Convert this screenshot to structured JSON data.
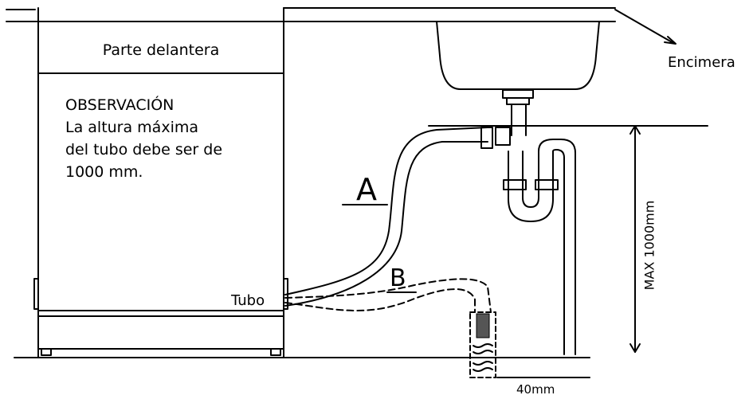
{
  "labels": {
    "front": "Parte delantera",
    "note_title": "OBSERVACIÓN",
    "note_lines": [
      "La altura máxima",
      "del tubo debe ser de",
      "1000 mm."
    ],
    "countertop": "Encimera",
    "hose": "Tubo",
    "option_a": "A",
    "option_b": "B",
    "max_height": "MAX 1000mm",
    "pipe_depth": "40mm"
  }
}
